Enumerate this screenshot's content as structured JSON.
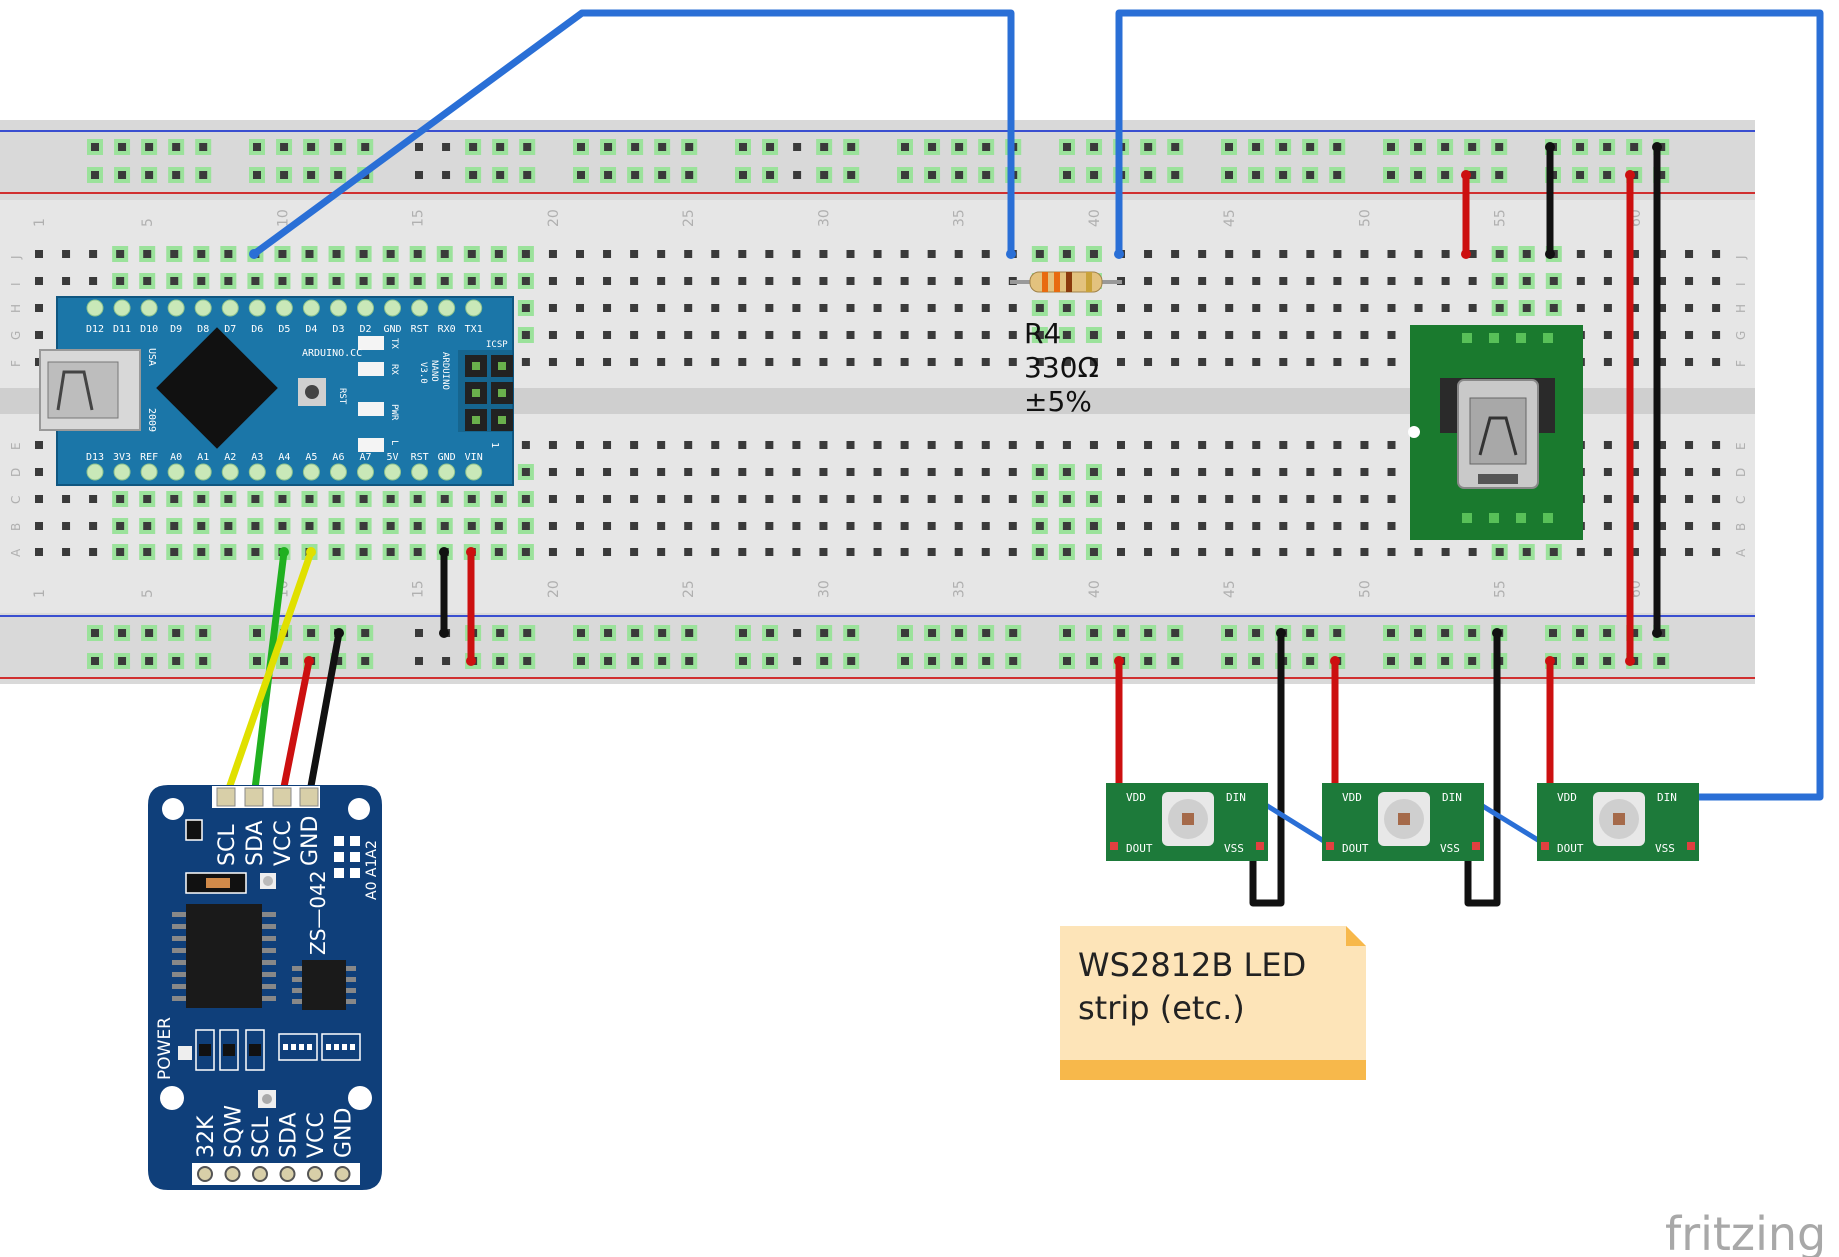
{
  "breadboard": {
    "column_numbers": [
      "1",
      "5",
      "10",
      "15",
      "20",
      "25",
      "30",
      "35",
      "40",
      "45",
      "50",
      "55",
      "60"
    ],
    "row_letters_top": [
      "J",
      "I",
      "H",
      "G",
      "F"
    ],
    "row_letters_bottom": [
      "E",
      "D",
      "C",
      "B",
      "A"
    ]
  },
  "arduino_nano": {
    "pins_top": [
      "D12",
      "D11",
      "D10",
      "D9",
      "D8",
      "D7",
      "D6",
      "D5",
      "D4",
      "D3",
      "D2",
      "GND",
      "RST",
      "RX0",
      "TX1"
    ],
    "pins_bottom": [
      "D13",
      "3V3",
      "REF",
      "A0",
      "A1",
      "A2",
      "A3",
      "A4",
      "A5",
      "A6",
      "A7",
      "5V",
      "RST",
      "GND",
      "VIN"
    ],
    "brand_text": "ARDUINO.CC",
    "model_lines": [
      "ARDUINO",
      "NANO",
      "V3.0"
    ],
    "usa_text": "USA",
    "year_text": "2009",
    "icsp_label": "ICSP",
    "rst_label": "RST",
    "led_labels": [
      "TX",
      "RX",
      "PWR",
      "L"
    ],
    "icsp_pin1": "1"
  },
  "resistor": {
    "name": "R4",
    "value": "330Ω",
    "tolerance": "±5%"
  },
  "rtc_module": {
    "top_pins": [
      "SCL",
      "SDA",
      "VCC",
      "GND"
    ],
    "address_labels": "A0 A1A2",
    "model": "ZS—042",
    "power_label": "POWER",
    "bottom_pins": [
      "32K",
      "SQW",
      "SCL",
      "SDA",
      "VCC",
      "GND"
    ]
  },
  "led_modules": [
    {
      "din": "DIN",
      "vdd": "VDD",
      "dout": "DOUT",
      "vss": "VSS"
    },
    {
      "din": "DIN",
      "vdd": "VDD",
      "dout": "DOUT",
      "vss": "VSS"
    },
    {
      "din": "DIN",
      "vdd": "VDD",
      "dout": "DOUT",
      "vss": "VSS"
    }
  ],
  "note": {
    "line1": "WS2812B LED",
    "line2": "strip (etc.)"
  },
  "watermark": "fritzing",
  "colors": {
    "wire_blue": "#2a6fd6",
    "wire_red": "#cc1010",
    "wire_black": "#111111",
    "wire_green": "#20b020",
    "wire_yellow": "#e0e000",
    "arduino_board": "#1b76a8",
    "rtc_board": "#0f3f7a",
    "led_board": "#1d7a3a",
    "usb_board": "#1a7a2e",
    "note_fill": "#fde4b8",
    "note_bar": "#f7b84b"
  }
}
